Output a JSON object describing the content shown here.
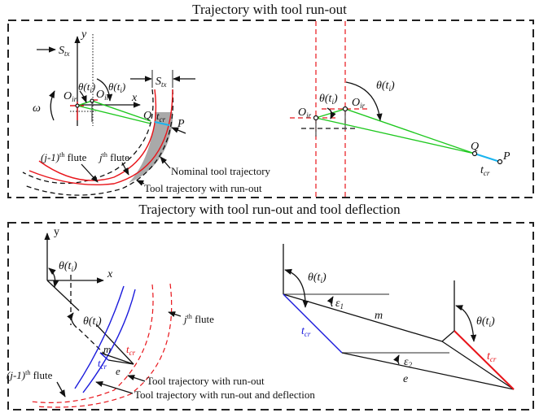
{
  "panels": {
    "top": {
      "title": "Trajectory with tool run-out",
      "left": {
        "axis_x": "x",
        "axis_y": "y",
        "feed_label": "S",
        "feed_sub": "tx",
        "omega": "ω",
        "O_prime": "O",
        "O_prime_sub": "ir",
        "O_prime_mark": "'",
        "O": "O",
        "O_sub": "ir",
        "theta_prime": "θ(t",
        "theta_prime_sub": "i",
        "theta_prime_mark": "'",
        "theta_close": ")",
        "theta": "θ(t",
        "theta_sub": "i",
        "Q": "Q",
        "P": "P",
        "tcr": "t",
        "tcr_sub": "cr",
        "flute_prev": "(j-1)",
        "flute_prev_sup": "th",
        "flute_word": " flute",
        "flute_j": "j",
        "flute_j_sup": "th",
        "nominal_label": "Nominal tool trajectory",
        "runout_label": "Tool trajectory with run-out"
      },
      "right": {
        "O_prime": "O",
        "O_prime_sub": "ir",
        "O_prime_mark": "'",
        "O": "O",
        "O_sub": "ir",
        "theta_prime": "θ(t",
        "theta_prime_sub": "i",
        "theta_prime_mark": "'",
        "theta": "θ(t",
        "theta_sub": "i",
        "close": ")",
        "Q": "Q",
        "P": "P",
        "tcr": "t",
        "tcr_sub": "cr"
      }
    },
    "bottom": {
      "title": "Trajectory with tool run-out and tool deflection",
      "left": {
        "axis_x": "x",
        "axis_y": "y",
        "theta": "θ(t",
        "theta_sub": "i",
        "close": ")",
        "m": "m",
        "e": "e",
        "tcr": "t",
        "tcr_sub": "cr",
        "flute_j": "j",
        "flute_j_sup": "th",
        "flute_prev": "(j-1)",
        "flute_prev_sup": "th",
        "flute_word": " flute",
        "runout_label": "Tool trajectory with run-out",
        "deflection_label": "Tool trajectory with run-out and deflection"
      },
      "right": {
        "theta": "θ(t",
        "theta_sub": "i",
        "close": ")",
        "eps1": "ε",
        "eps1_sub": "1",
        "eps2": "ε",
        "eps2_sub": "2",
        "m": "m",
        "e": "e",
        "tcr": "t",
        "tcr_sub": "cr"
      }
    }
  },
  "colors": {
    "nominal": "#111111",
    "runout": "#e8141a",
    "deflection": "#1a1adc",
    "radius": "#1ec81e",
    "chip": "#19b4ef",
    "chip_area": "#a9a9a9"
  }
}
